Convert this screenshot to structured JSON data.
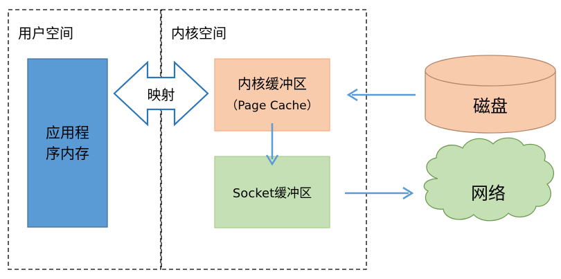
{
  "regions": {
    "user_space": {
      "label": "用户空间"
    },
    "kernel_space": {
      "label": "内核空间"
    }
  },
  "nodes": {
    "app_memory": {
      "label_line1": "应用程",
      "label_line2": "序内存",
      "fill": "#5b9bd5",
      "stroke": "#41719c"
    },
    "page_cache": {
      "label_line1": "内核缓冲区",
      "label_line2": "（Page Cache）",
      "fill": "#f8cbad",
      "stroke": "#f4b183"
    },
    "socket_buffer": {
      "label": "Socket缓冲区",
      "fill": "#c5e0b4",
      "stroke": "#a9d18e"
    },
    "disk": {
      "label": "磁盘",
      "fill": "#f8cbad",
      "stroke": "#b4876a"
    },
    "network": {
      "label": "网络",
      "fill": "#c5e0b4",
      "stroke": "#6a9a50"
    }
  },
  "edges": {
    "mmap": {
      "label": "映射",
      "color": "#2e75b6"
    },
    "disk_to_cache": {
      "color": "#5b9bd5"
    },
    "cache_to_socket": {
      "color": "#5b9bd5"
    },
    "socket_to_network": {
      "color": "#5b9bd5"
    }
  }
}
